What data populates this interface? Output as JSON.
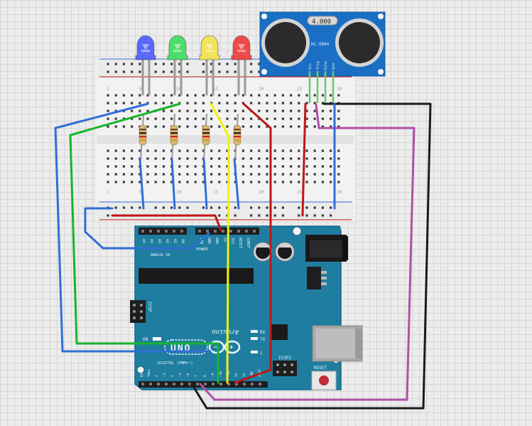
{
  "sensor": {
    "display": "4.000",
    "model": "HC-SR04",
    "pins": [
      "Vcc",
      "Trig",
      "Echo",
      "Gnd"
    ]
  },
  "leds": [
    {
      "color": "blue",
      "fill": "#4a5cff"
    },
    {
      "color": "green",
      "fill": "#3cdc5c"
    },
    {
      "color": "yellow",
      "fill": "#f2e24a"
    },
    {
      "color": "red",
      "fill": "#f03a3a"
    }
  ],
  "breadboard": {
    "column_labels": [
      "1",
      "5",
      "10",
      "15",
      "20",
      "25",
      "30"
    ]
  },
  "arduino": {
    "brand": "Arduino",
    "logo_text": "UNO",
    "on_label": "ON",
    "tx_label": "TX",
    "rx_label": "RX",
    "l_label": "L",
    "icsp_label": "ICSP",
    "icsp2_label": "ICSP2",
    "reset_label": "RESET",
    "digital_label": "DIGITAL (PWM=~)",
    "power_label": "POWER",
    "analog_label": "ANALOG IN",
    "ioref_label": "IOREF",
    "aref_label": "AREF",
    "power_pins": [
      "VIN",
      "GND",
      "GND",
      "5V",
      "3V3",
      "RESET",
      "IOREF"
    ],
    "analog_pins": [
      "A5",
      "A4",
      "A3",
      "A2",
      "A1",
      "A0"
    ],
    "digital_pins": [
      "RX◀0",
      "TX▶1",
      "2",
      "~3",
      "4",
      "~5",
      "~6",
      "7",
      "8",
      "~9",
      "~10",
      "~11",
      "12",
      "13",
      "GND",
      "AREF"
    ]
  },
  "wires": [
    {
      "name": "wire-blue-led-to-pin",
      "color": "#2f6fd6"
    },
    {
      "name": "wire-green-led-to-pin",
      "color": "#16b52a"
    },
    {
      "name": "wire-yellow-led-to-pin",
      "color": "#f2f200"
    },
    {
      "name": "wire-red-led-to-pin",
      "color": "#c11616"
    },
    {
      "name": "wire-sensor-vcc",
      "color": "#c11616"
    },
    {
      "name": "wire-sensor-trig",
      "color": "#b050a8"
    },
    {
      "name": "wire-sensor-echo",
      "color": "#1a1a1a"
    },
    {
      "name": "wire-sensor-gnd",
      "color": "#2f6fd6"
    },
    {
      "name": "wire-ground-to-arduino",
      "color": "#2f6fd6"
    },
    {
      "name": "wire-5v-to-rail",
      "color": "#c11616"
    }
  ]
}
